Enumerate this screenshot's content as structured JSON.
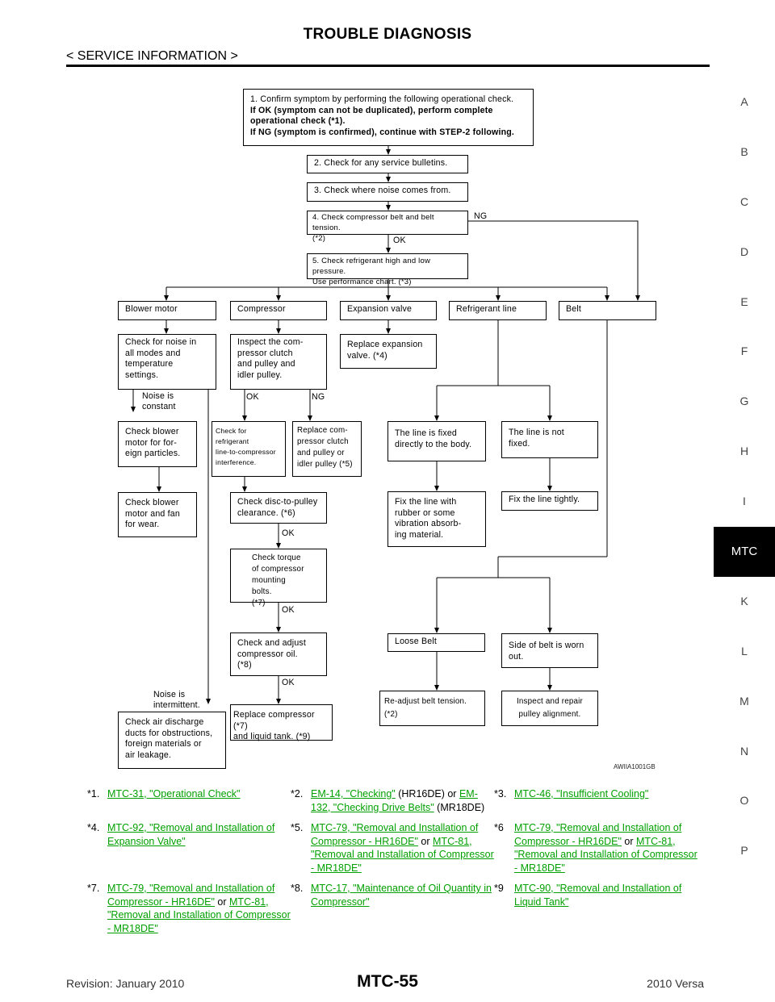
{
  "header": {
    "title": "TROUBLE DIAGNOSIS",
    "section": "< SERVICE INFORMATION >"
  },
  "side_index": [
    "A",
    "B",
    "C",
    "D",
    "E",
    "F",
    "G",
    "H",
    "I",
    "MTC",
    "K",
    "L",
    "M",
    "N",
    "O",
    "P"
  ],
  "side_index_active": "MTC",
  "flowchart": {
    "figure_id": "AWIIA1001GB",
    "step1": {
      "line1": "1. Confirm symptom by performing the following operational check.",
      "line2": "If OK (symptom can not be duplicated), perform complete",
      "line3": "operational check (*1).",
      "line4": "If NG (symptom is confirmed), continue with STEP-2 following."
    },
    "step2": "2. Check for any service bulletins.",
    "step3": "3. Check where noise comes from.",
    "step4": {
      "line1": "4. Check compressor belt and belt tension.",
      "line2": "(*2)"
    },
    "step5": {
      "line1": "5. Check refrigerant high and low pressure.",
      "line2": "Use performance chart. (*3)"
    },
    "branches": {
      "blower_motor": "Blower motor",
      "compressor": "Compressor",
      "expansion_valve": "Expansion valve",
      "refrigerant_line": "Refrigerant line",
      "belt": "Belt"
    },
    "blower": {
      "check_noise": [
        "Check for noise in",
        "all modes and",
        "temperature",
        "settings."
      ],
      "noise_constant": [
        "Noise is",
        "constant"
      ],
      "noise_intermittent": [
        "Noise is",
        "intermittent."
      ],
      "check_particles": [
        "Check blower",
        "motor for for-",
        "eign particles."
      ],
      "check_wear": [
        "Check blower",
        "motor and fan",
        "for wear."
      ],
      "check_ducts": [
        "Check air discharge",
        "ducts for obstructions,",
        "foreign materials or",
        "air leakage."
      ]
    },
    "compressor": {
      "inspect_clutch": [
        "Inspect the com-",
        "pressor clutch",
        "and pulley and",
        "idler pulley."
      ],
      "check_interference": [
        "Check for",
        "refrigerant",
        "line-to-compressor",
        "interference."
      ],
      "replace_clutch": [
        "Replace com-",
        "pressor clutch",
        "and pulley or",
        "idler pulley (*5)"
      ],
      "check_clearance": [
        "Check disc-to-pulley",
        "clearance. (*6)"
      ],
      "check_torque": [
        "Check torque",
        "of compressor",
        "mounting bolts.",
        "(*7)"
      ],
      "check_oil": [
        "Check and adjust",
        "compressor oil.",
        "(*8)"
      ],
      "replace_compressor": [
        "Replace compressor (*7)",
        "and liquid tank. (*9)"
      ]
    },
    "expansion": {
      "replace_valve": [
        "Replace expansion",
        "valve. (*4)"
      ]
    },
    "refrigerant": {
      "line_fixed": [
        "The line is fixed",
        "directly to the body."
      ],
      "line_not_fixed": [
        "The line is not",
        "fixed."
      ],
      "fix_rubber": [
        "Fix the line with",
        "rubber or some",
        "vibration absorb-",
        "ing material."
      ],
      "fix_tightly": "Fix the line tightly."
    },
    "belt": {
      "loose_belt": "Loose Belt",
      "side_worn": [
        "Side of belt is worn",
        "out."
      ],
      "readjust": [
        "Re-adjust belt tension.",
        "(*2)"
      ],
      "inspect_pulley": [
        "Inspect and repair",
        "pulley alignment."
      ]
    },
    "labels": {
      "ok": "OK",
      "ng": "NG"
    }
  },
  "references": [
    [
      {
        "num": "*1.",
        "parts": [
          {
            "t": "MTC-31, \"Operational Check\"",
            "link": true
          }
        ]
      },
      {
        "num": "*2.",
        "parts": [
          {
            "t": "EM-14, \"Checking\"",
            "link": true
          },
          {
            "t": " (HR16DE) or ",
            "link": false
          },
          {
            "t": "EM-132, \"Checking Drive Belts\"",
            "link": true
          },
          {
            "t": " (MR18DE)",
            "link": false
          }
        ]
      },
      {
        "num": "*3.",
        "parts": [
          {
            "t": "MTC-46, \"Insufficient Cooling\"",
            "link": true
          }
        ]
      }
    ],
    [
      {
        "num": "*4.",
        "parts": [
          {
            "t": "MTC-92, \"Removal and Installation of Expansion Valve\"",
            "link": true
          }
        ]
      },
      {
        "num": "*5.",
        "parts": [
          {
            "t": "MTC-79, \"Removal and Installation of Compressor - HR16DE\"",
            "link": true
          },
          {
            "t": " or ",
            "link": false
          },
          {
            "t": "MTC-81, \"Removal and Installation of Compressor - MR18DE\"",
            "link": true
          }
        ]
      },
      {
        "num": "*6",
        "parts": [
          {
            "t": "MTC-79, \"Removal and Installation of Compressor - HR16DE\"",
            "link": true
          },
          {
            "t": " or ",
            "link": false
          },
          {
            "t": "MTC-81, \"Removal and Installation of Compressor - MR18DE\"",
            "link": true
          }
        ]
      }
    ],
    [
      {
        "num": "*7.",
        "parts": [
          {
            "t": "MTC-79, \"Removal and Installation of Compressor - HR16DE\"",
            "link": true
          },
          {
            "t": " or ",
            "link": false
          },
          {
            "t": "MTC-81, \"Removal and Installation of Compressor - MR18DE\"",
            "link": true
          }
        ]
      },
      {
        "num": "*8.",
        "parts": [
          {
            "t": "MTC-17, \"Maintenance of Oil Quantity in Compressor\"",
            "link": true
          }
        ]
      },
      {
        "num": "*9",
        "parts": [
          {
            "t": "MTC-90, \"Removal and Installation of Liquid Tank\"",
            "link": true
          }
        ]
      }
    ]
  ],
  "footer": {
    "revision": "Revision: January 2010",
    "page": "MTC-55",
    "model": "2010 Versa"
  }
}
